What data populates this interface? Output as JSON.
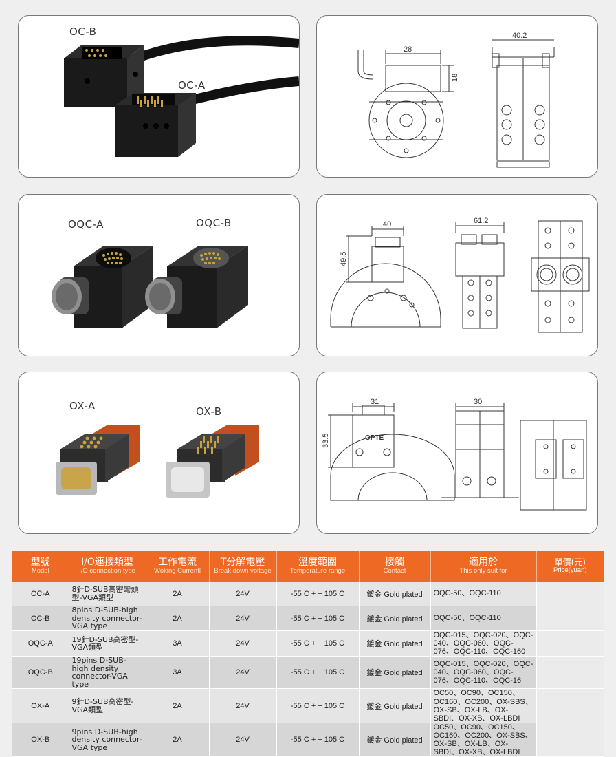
{
  "products": [
    {
      "left": "OC-B",
      "right": "OC-A"
    },
    {
      "left": "OQC-A",
      "right": "OQC-B"
    },
    {
      "left": "OX-A",
      "right": "OX-B"
    }
  ],
  "dims": {
    "r1_w1": "28",
    "r1_h1": "18",
    "r1_w2": "40.2",
    "r2_w1": "40",
    "r2_h1": "49.5",
    "r2_w2": "61.2",
    "r3_w1": "31",
    "r3_h1": "33.5",
    "r3_w2": "30",
    "opte": "OPTE"
  },
  "table": {
    "headers": [
      {
        "zh": "型號",
        "en": "Model"
      },
      {
        "zh": "I/O連接類型",
        "en": "I/O connection type"
      },
      {
        "zh": "工作電流",
        "en": "Woking Currentl"
      },
      {
        "zh": "T分解電壓",
        "en": "Break down voltage"
      },
      {
        "zh": "溫度範圍",
        "en": "Temperature range"
      },
      {
        "zh": "接觸",
        "en": "Contact"
      },
      {
        "zh": "適用於",
        "en": "This only suit for"
      },
      {
        "zh": "單價(元)",
        "en": "Price(yuan)"
      }
    ],
    "rows": [
      {
        "model": "OC-A",
        "conn": "8針D-SUB高密彎頭型-VGA類型",
        "current": "2A",
        "voltage": "24V",
        "temp": "-55 C + + 105 C",
        "contact": "鍍金 Gold plated",
        "suit": "OQC-50、OQC-110",
        "price": ""
      },
      {
        "model": "OC-B",
        "conn": "8pins D-SUB-high density connector-VGA type",
        "current": "2A",
        "voltage": "24V",
        "temp": "-55 C + + 105 C",
        "contact": "鍍金 Gold plated",
        "suit": "OQC-50、OQC-110",
        "price": ""
      },
      {
        "model": "OQC-A",
        "conn": "19針D-SUB高密型-VGA類型",
        "current": "3A",
        "voltage": "24V",
        "temp": "-55 C + + 105 C",
        "contact": "鍍金 Gold plated",
        "suit": "OQC-015、OQC-020、OQC-040、OQC-060、OQC-076、OQC-110、OQC-160",
        "price": ""
      },
      {
        "model": "OQC-B",
        "conn": "19pins D-SUB-high density connector-VGA type",
        "current": "3A",
        "voltage": "24V",
        "temp": "-55 C + + 105 C",
        "contact": "鍍金 Gold plated",
        "suit": "OQC-015、OQC-020、OQC-040、OQC-060、OQC-076、OQC-110、OQC-16",
        "price": ""
      },
      {
        "model": "OX-A",
        "conn": "9針D-SUB高密型-VGA類型",
        "current": "2A",
        "voltage": "24V",
        "temp": "-55 C + + 105 C",
        "contact": "鍍金 Gold plated",
        "suit": "OC50、OC90、OC150、OC160、OC200、OX-SBS、OX-SB、OX-LB、OX-SBDI、OX-XB、OX-LBDI",
        "price": ""
      },
      {
        "model": "OX-B",
        "conn": "9pins D-SUB-high density connector-VGA type",
        "current": "2A",
        "voltage": "24V",
        "temp": "-55 C + + 105 C",
        "contact": "鍍金 Gold plated",
        "suit": "OC50、OC90、OC150、OC160、OC200、OX-SBS、OX-SB、OX-LB、OX-SBDI、OX-XB、OX-LBDI",
        "price": ""
      }
    ]
  }
}
